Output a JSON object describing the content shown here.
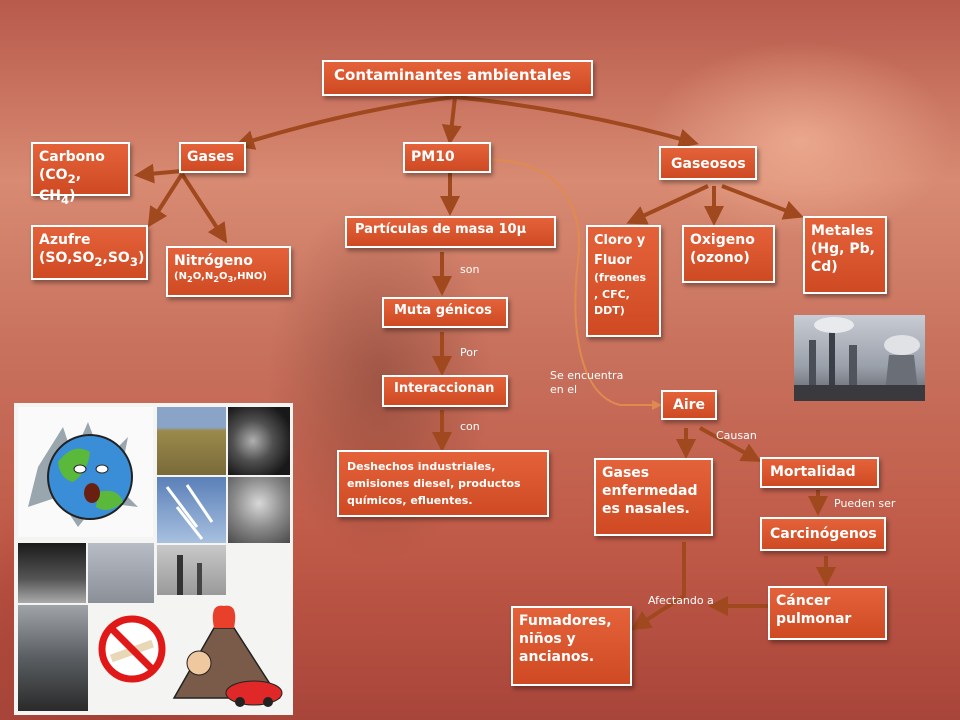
{
  "title": "Contaminantes  ambientales",
  "nodes": {
    "gases": "Gases",
    "pm10": "PM10",
    "gaseosos": "Gaseosos",
    "carbono": {
      "line1": "Carbono",
      "line2_prefix": "(CO",
      "line2_sub1": "2",
      "line2_mid": ", CH",
      "line2_sub2": "4",
      "line2_suffix": ")"
    },
    "azufre": {
      "line1": "Azufre",
      "line2_prefix": "(SO,SO",
      "line2_sub1": "2",
      "line2_mid": ",SO",
      "line2_sub2": "3",
      "line2_suffix": ")"
    },
    "nitrogeno": {
      "line1": "Nitrógeno",
      "p1": "(N",
      "s1": "2",
      "p2": "O,N",
      "s2": "2",
      "p3": "O",
      "s3": "3",
      "p4": ",HNO)"
    },
    "particulas": "Partículas de masa 10µ",
    "mutagenicos": "Muta génicos",
    "interaccionan": "Interaccionan",
    "deshechos": "Deshechos  industriales, emisiones diesel, productos químicos, efluentes.",
    "cloro": {
      "line1": "Cloro y",
      "line2": "Fluor",
      "line3": "(freones",
      "line4": ", CFC,",
      "line5": "DDT)"
    },
    "oxigeno": {
      "line1": "Oxigeno",
      "line2": "(ozono)"
    },
    "metales": {
      "line1": "Metales",
      "line2": "(Hg, Pb,",
      "line3": "Cd)"
    },
    "aire": "Aire",
    "gases_enf": {
      "line1": "Gases",
      "line2": "enfermedad",
      "line3": "es nasales."
    },
    "mortalidad": "Mortalidad",
    "carcinogenos": "Carcinógenos",
    "cancer": {
      "line1": "Cáncer",
      "line2": "pulmonar"
    },
    "fumadores": {
      "line1": "Fumadores,",
      "line2": "niños y",
      "line3": "ancianos."
    }
  },
  "labels": {
    "son": "son",
    "por": "Por",
    "con": "con",
    "se_encuentra": {
      "line1": "Se encuentra",
      "line2": "en  el"
    },
    "causan": "Causan",
    "pueden_ser": "Pueden ser",
    "afectando": "Afectando a"
  },
  "colors": {
    "node_fill": "#d9542c",
    "node_border": "#ffffff",
    "connector": "#a0481e",
    "curve": "#e08a50"
  }
}
